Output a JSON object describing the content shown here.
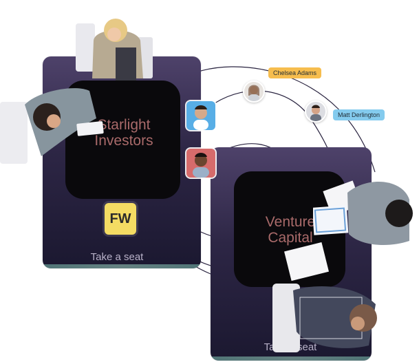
{
  "rooms": [
    {
      "table_name": "Starlight Investors",
      "seat_label": "Take a seat",
      "initials": "FW"
    },
    {
      "table_name": "Venture Capital",
      "seat_label": "Take a seat"
    }
  ],
  "attendees": [
    {
      "name": "Chelsea Adams",
      "tag_color": "#f6bd4e"
    },
    {
      "name": "Matt Derlington",
      "tag_color": "#84cbee"
    }
  ],
  "colors": {
    "room_bg_top": "#4e426a",
    "room_bg_bottom": "#1b1830",
    "table": "#0a090c",
    "table_name": "#a96a6a",
    "initials_badge": "#f4dc63"
  }
}
